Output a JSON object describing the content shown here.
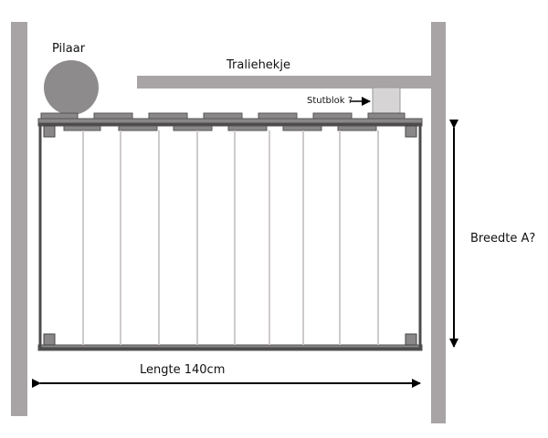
{
  "labels": {
    "pillar": "Pilaar",
    "railing": "Traliehekje",
    "support_block": "Stutblok ?",
    "width": "Breedte A?",
    "length": "Lengte 140cm"
  },
  "colors": {
    "wall": "#a8a4a6",
    "pillar": "#8e8b8d",
    "frame": "#6c6a6b",
    "slat": "#cfcbcd",
    "block": "#d7d4d5",
    "arrow": "#000000"
  }
}
